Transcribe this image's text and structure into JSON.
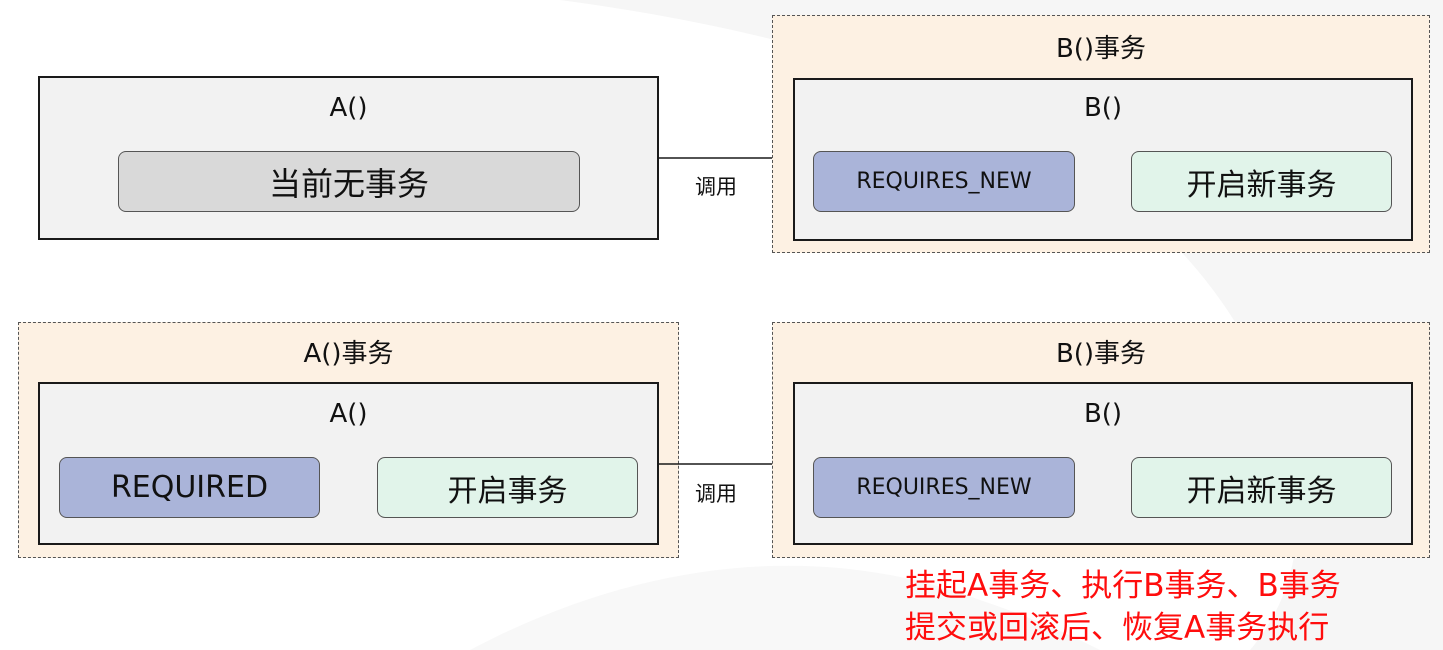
{
  "top_row": {
    "caller": {
      "method_title": "A()",
      "state_label": "当前无事务"
    },
    "call_label": "调用",
    "callee": {
      "frame_title": "B()事务",
      "method_title": "B()",
      "propagation_label": "REQUIRES_NEW",
      "action_label": "开启新事务"
    }
  },
  "bottom_row": {
    "caller": {
      "frame_title": "A()事务",
      "method_title": "A()",
      "propagation_label": "REQUIRED",
      "action_label": "开启事务"
    },
    "call_label": "调用",
    "callee": {
      "frame_title": "B()事务",
      "method_title": "B()",
      "propagation_label": "REQUIRES_NEW",
      "action_label": "开启新事务"
    }
  },
  "note": {
    "line1": "挂起A事务、执行B事务、B事务",
    "line2": "提交或回滚后、恢复A事务执行"
  },
  "colors": {
    "tx_frame_fill": "#fdf1e3",
    "method_box_fill": "#f2f2f2",
    "state_pill_fill": "#d9d9d9",
    "propagation_pill_fill": "#aab4d9",
    "action_pill_fill": "#e1f4ea",
    "note_text": "#ff0d0d"
  }
}
